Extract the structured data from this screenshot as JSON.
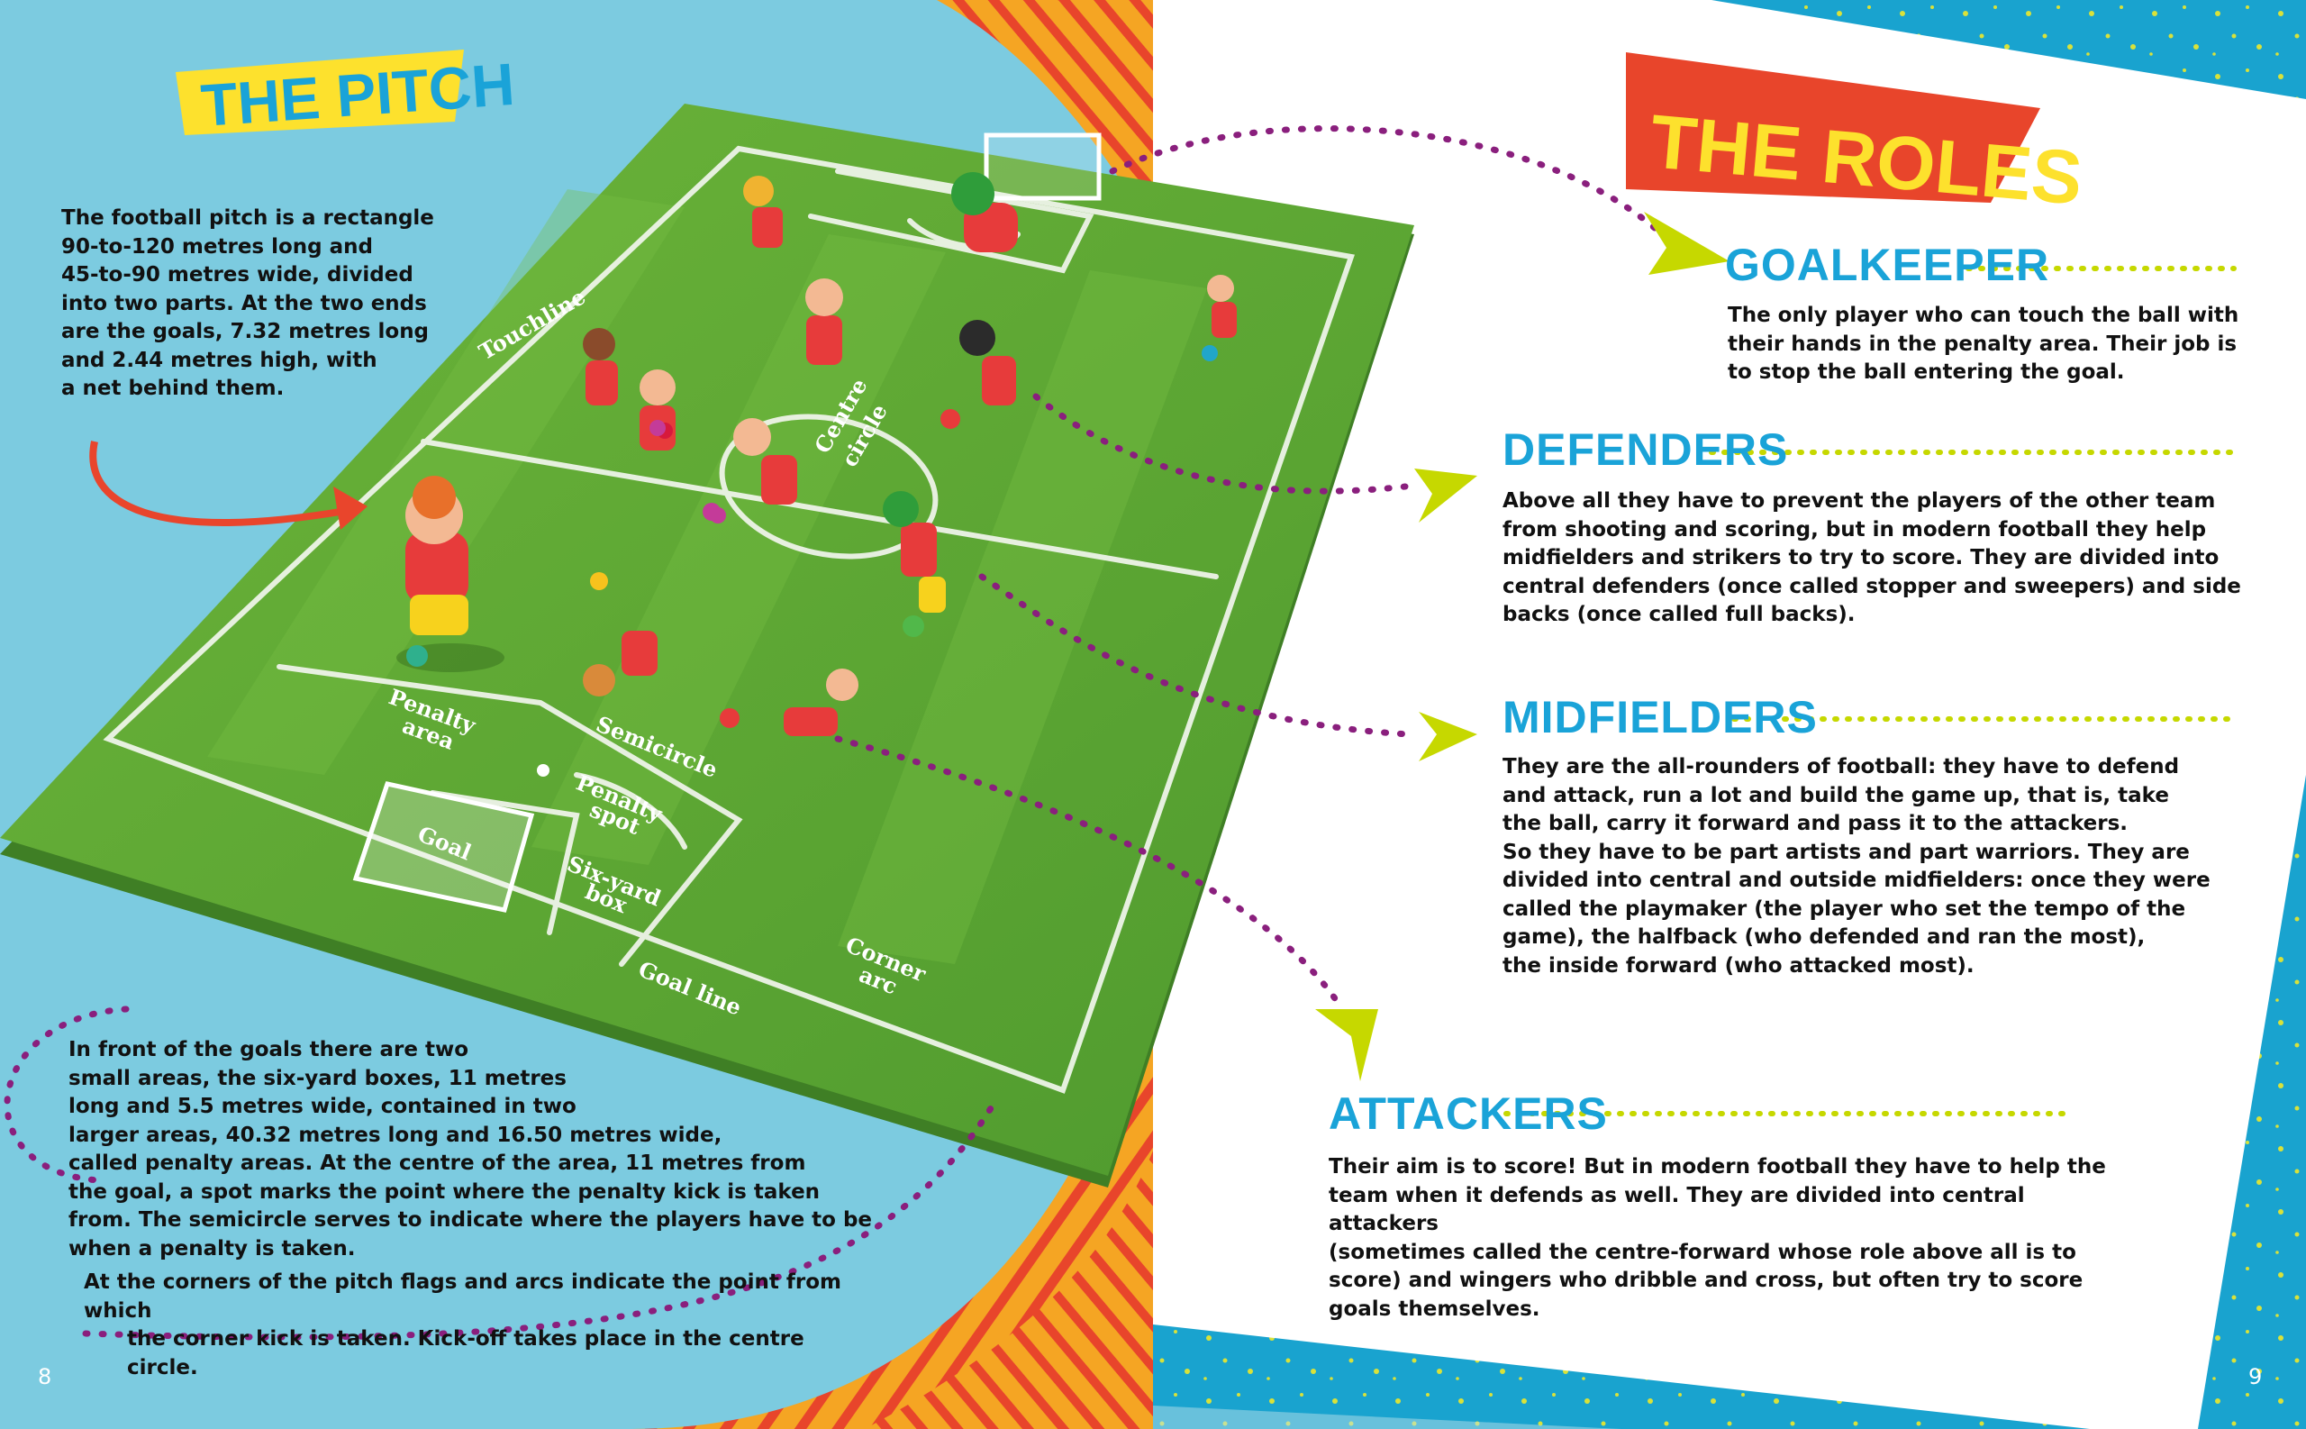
{
  "left_page": {
    "heading": "THE PITCH",
    "intro_lines": [
      "The football pitch is a rectangle",
      "90-to-120 metres long and",
      "45-to-90 metres wide, divided",
      "into two parts. At the two ends",
      "are the goals, 7.32 metres long",
      "and 2.44 metres high, with",
      "a net behind them."
    ],
    "bottom_lines": [
      "In front of the goals there are two",
      "small areas, the six-yard boxes, 11 metres",
      "long and 5.5 metres wide, contained in two",
      "larger areas, 40.32 metres long and 16.50 metres wide,",
      "called penalty areas. At the centre of the area, 11 metres from",
      "the goal, a spot marks the point where the penalty kick is taken",
      "from. The semicircle serves to indicate where the players have to be",
      "when a penalty is taken.",
      "At the corners of the pitch flags and arcs indicate the point from which",
      "the corner kick is taken. Kick-off takes place in the centre circle."
    ],
    "page_number": "8",
    "pitch_labels": {
      "touchline": "Touchline",
      "centre_circle_1": "Centre",
      "centre_circle_2": "circle",
      "penalty_area_1": "Penalty",
      "penalty_area_2": "area",
      "semicircle": "Semicircle",
      "penalty_spot_1": "Penalty",
      "penalty_spot_2": "spot",
      "goal": "Goal",
      "six_yard_box_1": "Six-yard",
      "six_yard_box_2": "box",
      "goal_line": "Goal line",
      "corner_arc_1": "Corner",
      "corner_arc_2": "arc"
    }
  },
  "right_page": {
    "heading": "THE ROLES",
    "page_number": "9",
    "roles": {
      "goalkeeper": {
        "title": "GOALKEEPER",
        "lines": [
          "The only player who can touch the ball with",
          "their hands in the penalty area. Their job is",
          "to stop the ball entering the goal."
        ]
      },
      "defenders": {
        "title": "DEFENDERS",
        "lines": [
          "Above all they have to prevent the players of the other team",
          "from shooting and scoring, but in modern football they help",
          "midfielders and strikers to try to score. They are divided into",
          "central defenders (once called stopper and sweepers) and side",
          "backs (once called full backs)."
        ]
      },
      "midfielders": {
        "title": "MIDFIELDERS",
        "lines": [
          "They are the all-rounders of football: they have to defend",
          "and attack, run a lot and build the game up, that is, take",
          "the ball, carry it forward and pass it to the attackers.",
          "So they have to be part artists and part warriors. They are",
          "divided into central and outside midfielders: once they were",
          "called the playmaker (the player who set the tempo of the",
          "game), the halfback (who defended and ran the most),",
          "the inside forward (who attacked most)."
        ]
      },
      "attackers": {
        "title": "ATTACKERS",
        "lines": [
          "Their aim is to score! But in modern football they have to help the",
          "team when it defends as well. They are divided into central attackers",
          "(sometimes called the centre-forward whose role above all is to",
          "score) and wingers who dribble and cross, but often try to score",
          "goals themselves."
        ]
      }
    }
  },
  "colors": {
    "sky_blue": "#7ccbe0",
    "pitch_green": "#5caa34",
    "stripe_orange": "#f5a523",
    "stripe_red": "#e8452b",
    "heading_yellow": "#fde12d",
    "role_blue": "#1aa3d8",
    "dotted_purple": "#8a1f7d",
    "arrow_lime": "#c6d800",
    "roles_banner_red": "#e8452b"
  }
}
